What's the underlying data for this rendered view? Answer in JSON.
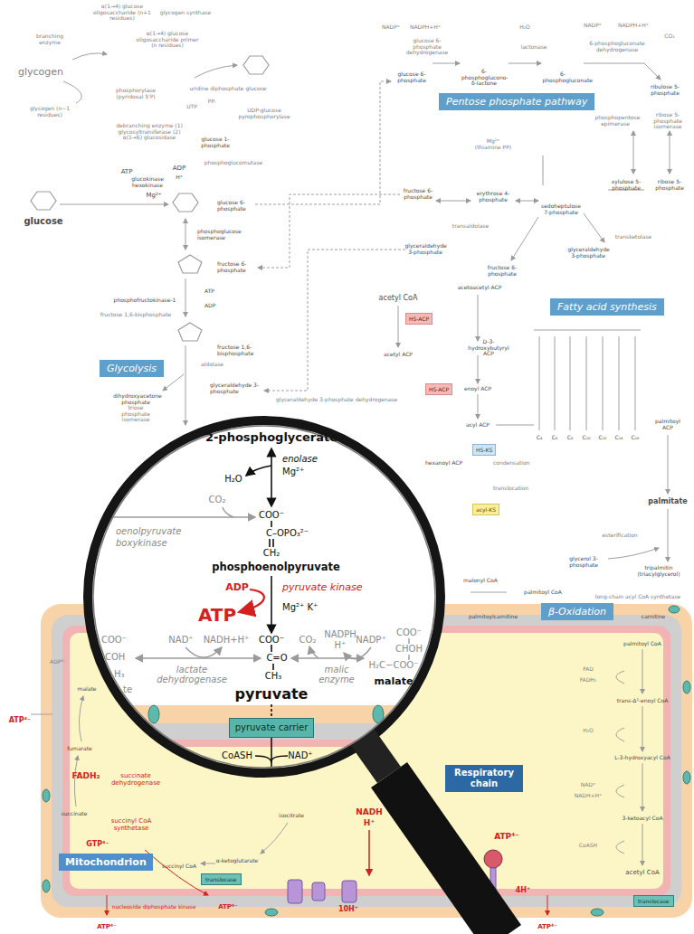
{
  "diagram": {
    "nodes": [
      {
        "text": [
          "Pentose phosphate pathway"
        ]
      },
      {
        "text": [
          "Glycolysis"
        ]
      },
      {
        "text": [
          "Fatty acid synthesis"
        ]
      },
      {
        "text": [
          "HS-ACP"
        ]
      },
      {
        "text": [
          "HS-ACP"
        ]
      },
      {
        "text": [
          "HS-KS"
        ]
      },
      {
        "text": [
          "acyl-KS"
        ]
      },
      {
        "text": [
          "β-Oxidation"
        ]
      },
      {
        "text": [
          "pyruvate carrier"
        ]
      },
      {
        "text": [
          "Respiratory chain"
        ]
      },
      {
        "text": [
          "Mitochondrion"
        ]
      },
      {
        "text": [
          "translocase"
        ]
      },
      {
        "text": [
          "translocase"
        ]
      }
    ],
    "labels": [
      "glycogen synthase",
      "α(1→4) glucose oligosaccharide (n+1 residues)",
      "branching enzyme",
      "α(1→4) glucose oligosaccharide primer (n residues)",
      "glycogen",
      "uridine diphosphate glucose",
      "phosphorylase (pyridoxal 5'P)",
      "glycogen (n−1 residues)",
      "UDP-glucose pyrophosphorylase",
      "UTP",
      "PPᵢ",
      "debranching enzyme (1) glycosyltransferase (2) α(1→6) glucosidase",
      "glucose 1-phosphate",
      "phosphoglucomutase",
      "ATP",
      "ADP",
      "H⁺",
      "glucokinase hexokinase",
      "Mg²⁺",
      "glucose",
      "glucose 6-phosphate",
      "phosphoglucose isomerase",
      "fructose 6-phosphate",
      "ATP",
      "ADP",
      "phosphofructokinase-1",
      "fructose 1,6-bisphosphate",
      "fructose 1,6-bisphosphate",
      "aldolase",
      "dihydroxyacetone phosphate",
      "triose phosphate isomerase",
      "glyceraldehyde 3-phosphate",
      "glyceraldehyde 3-phosphate dehydrogenase",
      "NADP⁺",
      "NADPH+H⁺",
      "glucose 6-phosphate",
      "glucose 6-phosphate dehydrogenase",
      "6-phosphoglucono-δ-lactone",
      "H₂O",
      "lactonase",
      "6-phosphogluconate",
      "NADP⁺",
      "NADPH+H⁺",
      "6-phosphogluconate dehydrogenase",
      "CO₂",
      "ribulose 5-phosphate",
      "phosphopentose epimerase",
      "ribose 5-phosphate isomerase",
      "xylulose 5-phosphate",
      "ribose 5-phosphate",
      "fructose 6-phosphate",
      "erythrose 4-phosphate",
      "sedoheptulose 7-phosphate",
      "transaldolase",
      "transketolase",
      "glyceraldehyde 3-phosphate",
      "fructose 6-phosphate",
      "glyceraldehyde 3-phosphate",
      "Mg²⁺ (thiamine PP)",
      "acetyl CoA",
      "acetoacetyl ACP",
      "acetyl ACP",
      "D-3-hydroxybutyryl ACP",
      "enoyl ACP",
      "acyl ACP",
      "hexanoyl ACP",
      "condensation",
      "translocation",
      "palmitoyl ACP",
      "C₄",
      "C₆",
      "C₈",
      "C₁₀",
      "C₁₂",
      "C₁₄",
      "C₁₆",
      "palmitate",
      "esterification",
      "glycerol 3-phosphate",
      "tripalmitin (triacylglycerol)",
      "malonyl CoA",
      "palmitoyl CoA",
      "long-chain acyl CoA synthetase",
      "palmitoylcarnitine",
      "carnitine",
      "palmitoyl CoA",
      "FAD",
      "FADH₂",
      "trans-Δ²-enoyl CoA",
      "H₂O",
      "L-3-hydroxyacyl CoA",
      "NAD⁺",
      "NADH+H⁺",
      "3-ketoacyl CoA",
      "CoASH",
      "acetyl CoA",
      "ATP⁴⁻",
      "ADP³⁻",
      "malate",
      "fumarate",
      "FADH₂",
      "succinate dehydrogenase",
      "succinate",
      "succinyl CoA synthetase",
      "GTP⁴⁻",
      "succinyl CoA",
      "α-ketoglutarate",
      "isocitrate",
      "NADH",
      "H⁺",
      "10H⁺",
      "4H⁺",
      "ATP⁴⁻",
      "nucleoside diphosphate kinase",
      "ATP⁴⁻",
      "ATP⁴⁻",
      "ATP⁴⁻",
      "2-phosphoglycerate",
      "enolase",
      "Mg²⁺",
      "H₂O",
      "CO₂",
      "oenolpyruvate",
      "boxykinase",
      "COO⁻",
      "C–OPO₃²⁻",
      "CH₂",
      "phosphoenolpyruvate",
      "ADP",
      "pyruvate kinase",
      "ATP",
      "Mg²⁺ K⁺",
      "COO⁻",
      "C=O",
      "CH₃",
      "pyruvate",
      "NAD⁺",
      "NADH+H⁺",
      "lactate dehydrogenase",
      "COO⁻",
      "COH",
      "H₃",
      "te",
      "CO₂",
      "NADPH",
      "H⁺",
      "NADP⁺",
      "malic enzyme",
      "COO⁻",
      "CHOH",
      "H₂C−COO⁻",
      "malate",
      "CoASH",
      "NAD⁺"
    ]
  }
}
